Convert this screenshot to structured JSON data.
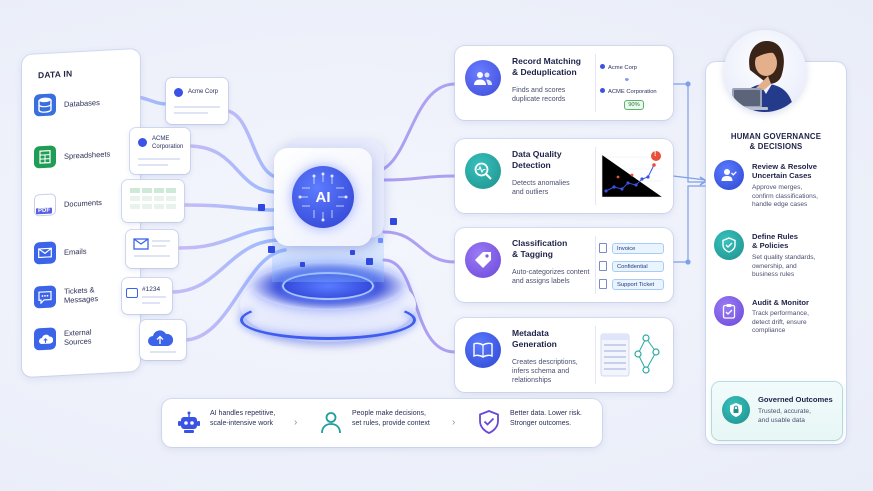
{
  "left_panel": {
    "title": "DATA IN",
    "sources": [
      {
        "label": "Databases",
        "icon": "database-icon"
      },
      {
        "label": "Spreadsheets",
        "icon": "spreadsheet-icon"
      },
      {
        "label": "Documents",
        "icon": "pdf-document-icon",
        "badge": "PDF"
      },
      {
        "label": "Emails",
        "icon": "email-icon"
      },
      {
        "label": "Tickets &\nMessages",
        "icon": "chat-message-icon"
      },
      {
        "label": "External\nSources",
        "icon": "cloud-upload-icon"
      }
    ]
  },
  "mini_cards": {
    "acme_corp": "Acme Corp",
    "acme_corporation": "ACME\nCorporation",
    "ticket_number": "#1234"
  },
  "ai_core": {
    "label": "AI"
  },
  "processes": [
    {
      "title": "Record Matching\n& Deduplication",
      "desc": "Finds and scores\nduplicate records",
      "icon": "users-icon",
      "viz": {
        "record_a": "Acme Corp",
        "record_b": "ACME Corporation",
        "score": "90%"
      }
    },
    {
      "title": "Data Quality\nDetection",
      "desc": "Detects anomalies\nand outliers",
      "icon": "magnify-pulse-icon",
      "viz": {
        "alert": "!"
      }
    },
    {
      "title": "Classification\n& Tagging",
      "desc": "Auto-categorizes content\nand assigns labels",
      "icon": "tag-icon",
      "viz": {
        "tags": [
          "Invoice",
          "Confidential",
          "Support Ticket"
        ]
      }
    },
    {
      "title": "Metadata\nGeneration",
      "desc": "Creates descriptions,\ninfers schema and\nrelationships",
      "icon": "open-book-icon"
    }
  ],
  "governance": {
    "title": "HUMAN GOVERNANCE\n& DECISIONS",
    "items": [
      {
        "title": "Review & Resolve\nUncertain Cases",
        "desc": "Approve merges,\nconfirm classifications,\nhandle edge cases",
        "icon": "user-check-icon"
      },
      {
        "title": "Define Rules\n& Policies",
        "desc": "Set quality standards,\nownership, and\nbusiness rules",
        "icon": "shield-check-icon"
      },
      {
        "title": "Audit & Monitor",
        "desc": "Track performance,\ndetect drift, ensure\ncompliance",
        "icon": "clipboard-check-icon"
      }
    ],
    "outcome": {
      "title": "Governed Outcomes",
      "desc": "Trusted, accurate,\nand usable data",
      "icon": "lock-shield-icon"
    }
  },
  "bottom_bar": {
    "items": [
      {
        "text": "AI handles repetitive,\nscale-intensive work",
        "icon": "robot-icon"
      },
      {
        "text": "People make decisions,\nset rules, provide context",
        "icon": "person-icon"
      },
      {
        "text": "Better data. Lower risk.\nStronger outcomes.",
        "icon": "shield-check-icon"
      }
    ]
  },
  "colors": {
    "primary_blue": "#3a52e6",
    "purple": "#7a5ce8",
    "teal": "#2aa9a5",
    "ink": "#1d2248"
  }
}
